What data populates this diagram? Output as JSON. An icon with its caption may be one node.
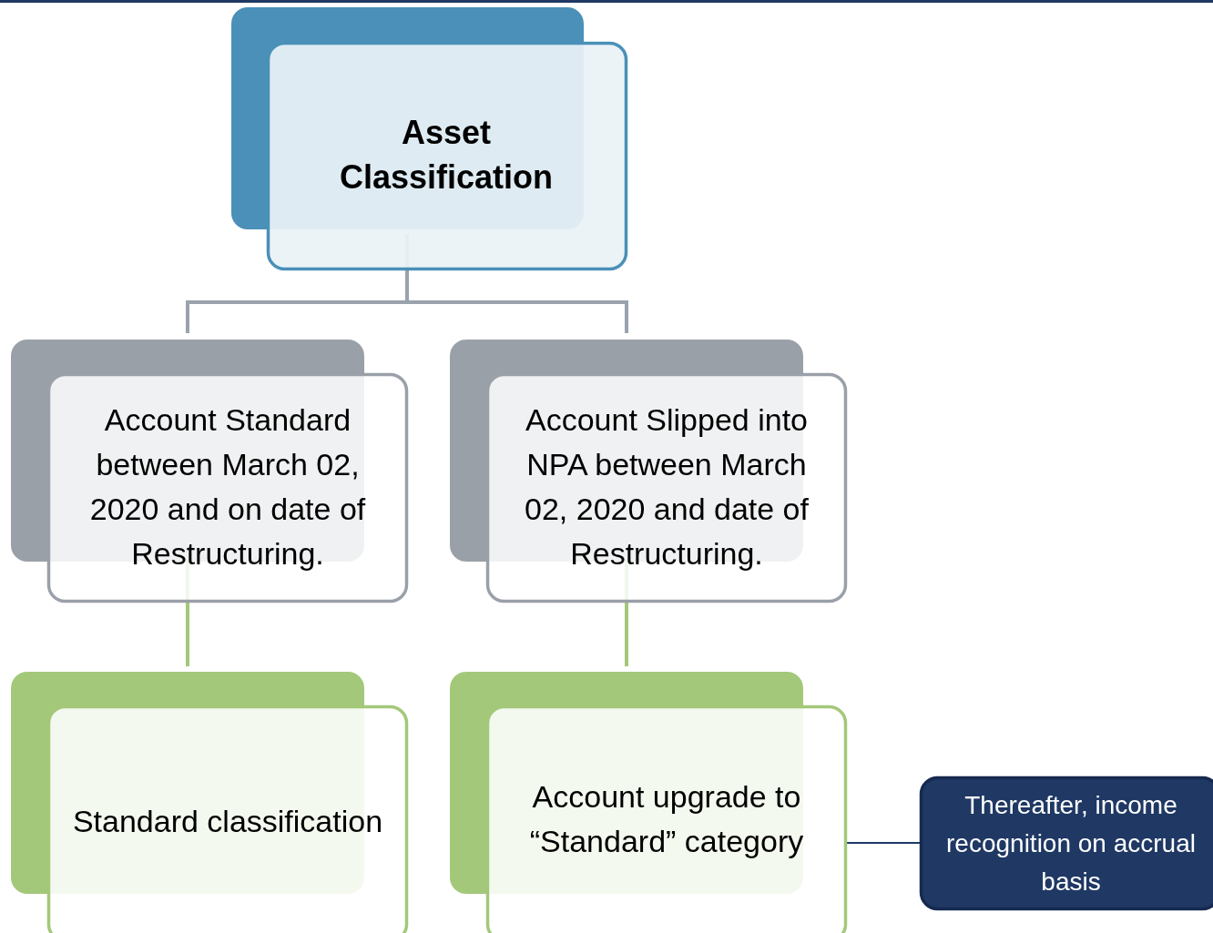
{
  "diagram": {
    "nodes": [
      {
        "text": [
          "Asset Classification"
        ]
      },
      {
        "text": [
          "Account Standard between March 02, 2020 and on date of Restructuring."
        ]
      },
      {
        "text": [
          "Account Slipped into NPA between March 02, 2020 and date of Restructuring."
        ]
      },
      {
        "text": [
          "Standard classification"
        ]
      },
      {
        "text": [
          "Account upgrade to “Standard” category"
        ]
      },
      {
        "text": [
          "Thereafter, income recognition on accrual basis"
        ]
      }
    ],
    "edges": [
      {
        "from": 0,
        "to": 1,
        "arrow": "none",
        "color": "#9aa3ad"
      },
      {
        "from": 0,
        "to": 2,
        "arrow": "none",
        "color": "#9aa3ad"
      },
      {
        "from": 1,
        "to": 3,
        "arrow": "none",
        "color": "#a3c87a"
      },
      {
        "from": 2,
        "to": 4,
        "arrow": "none",
        "color": "#a3c87a"
      },
      {
        "from": 4,
        "to": 5,
        "arrow": "none",
        "color": "#1f3864"
      }
    ]
  }
}
